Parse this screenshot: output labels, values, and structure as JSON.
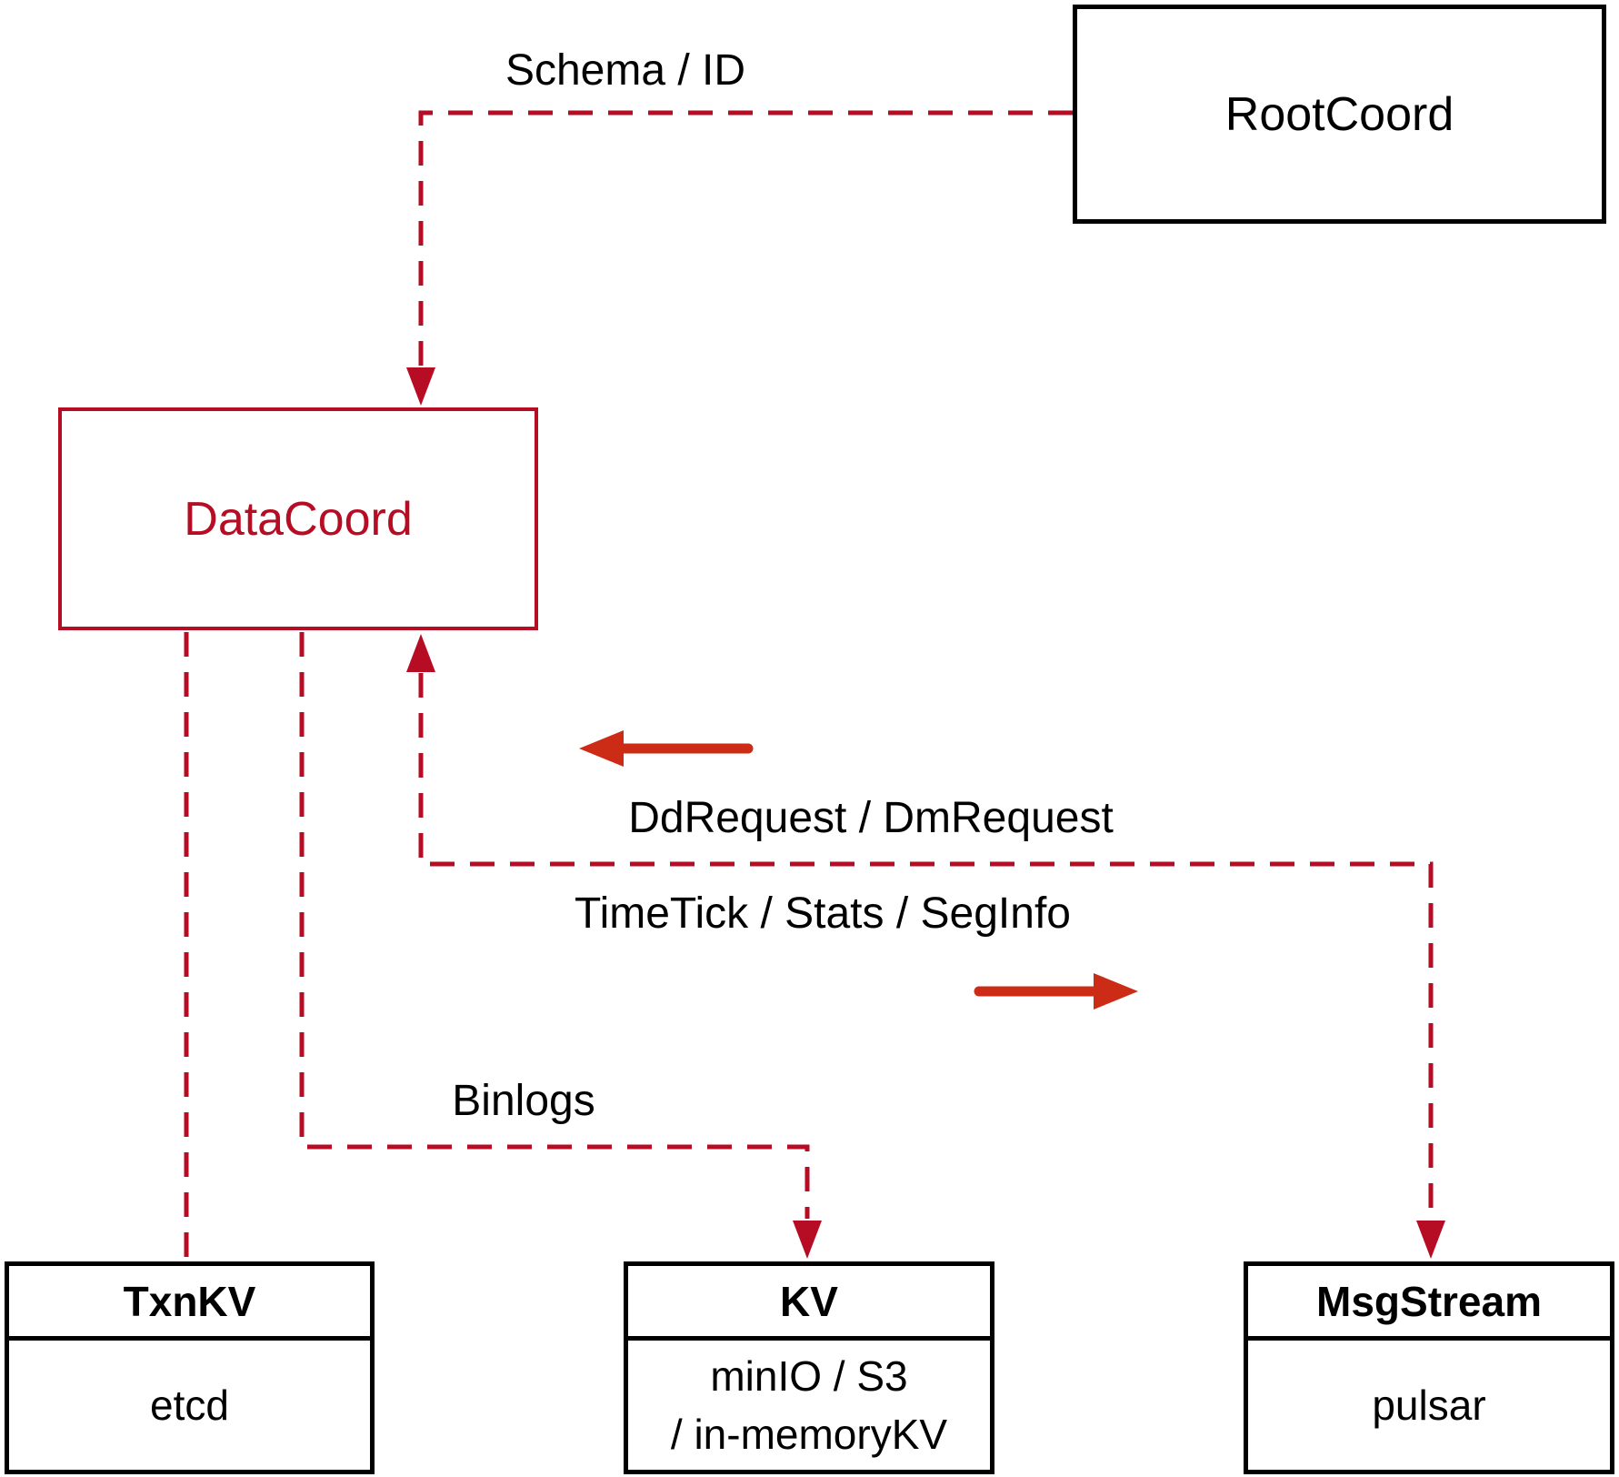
{
  "diagram": {
    "nodes": {
      "rootcoord": {
        "label": "RootCoord"
      },
      "datacoord": {
        "label": "DataCoord"
      },
      "txnkv": {
        "title": "TxnKV",
        "body": "etcd"
      },
      "kv": {
        "title": "KV",
        "body_line1": "minIO / S3",
        "body_line2": "/ in-memoryKV"
      },
      "msgstream": {
        "title": "MsgStream",
        "body": "pulsar"
      }
    },
    "edge_labels": {
      "schema_id": "Schema / ID",
      "dd_dm_request": "DdRequest / DmRequest",
      "timetick_stats_seginfo": "TimeTick / Stats / SegInfo",
      "binlogs": "Binlogs"
    },
    "colors": {
      "crimson": "#b60d24",
      "arrow_red": "#cc2b15",
      "ink": "#000000",
      "background": "#ffffff"
    }
  }
}
